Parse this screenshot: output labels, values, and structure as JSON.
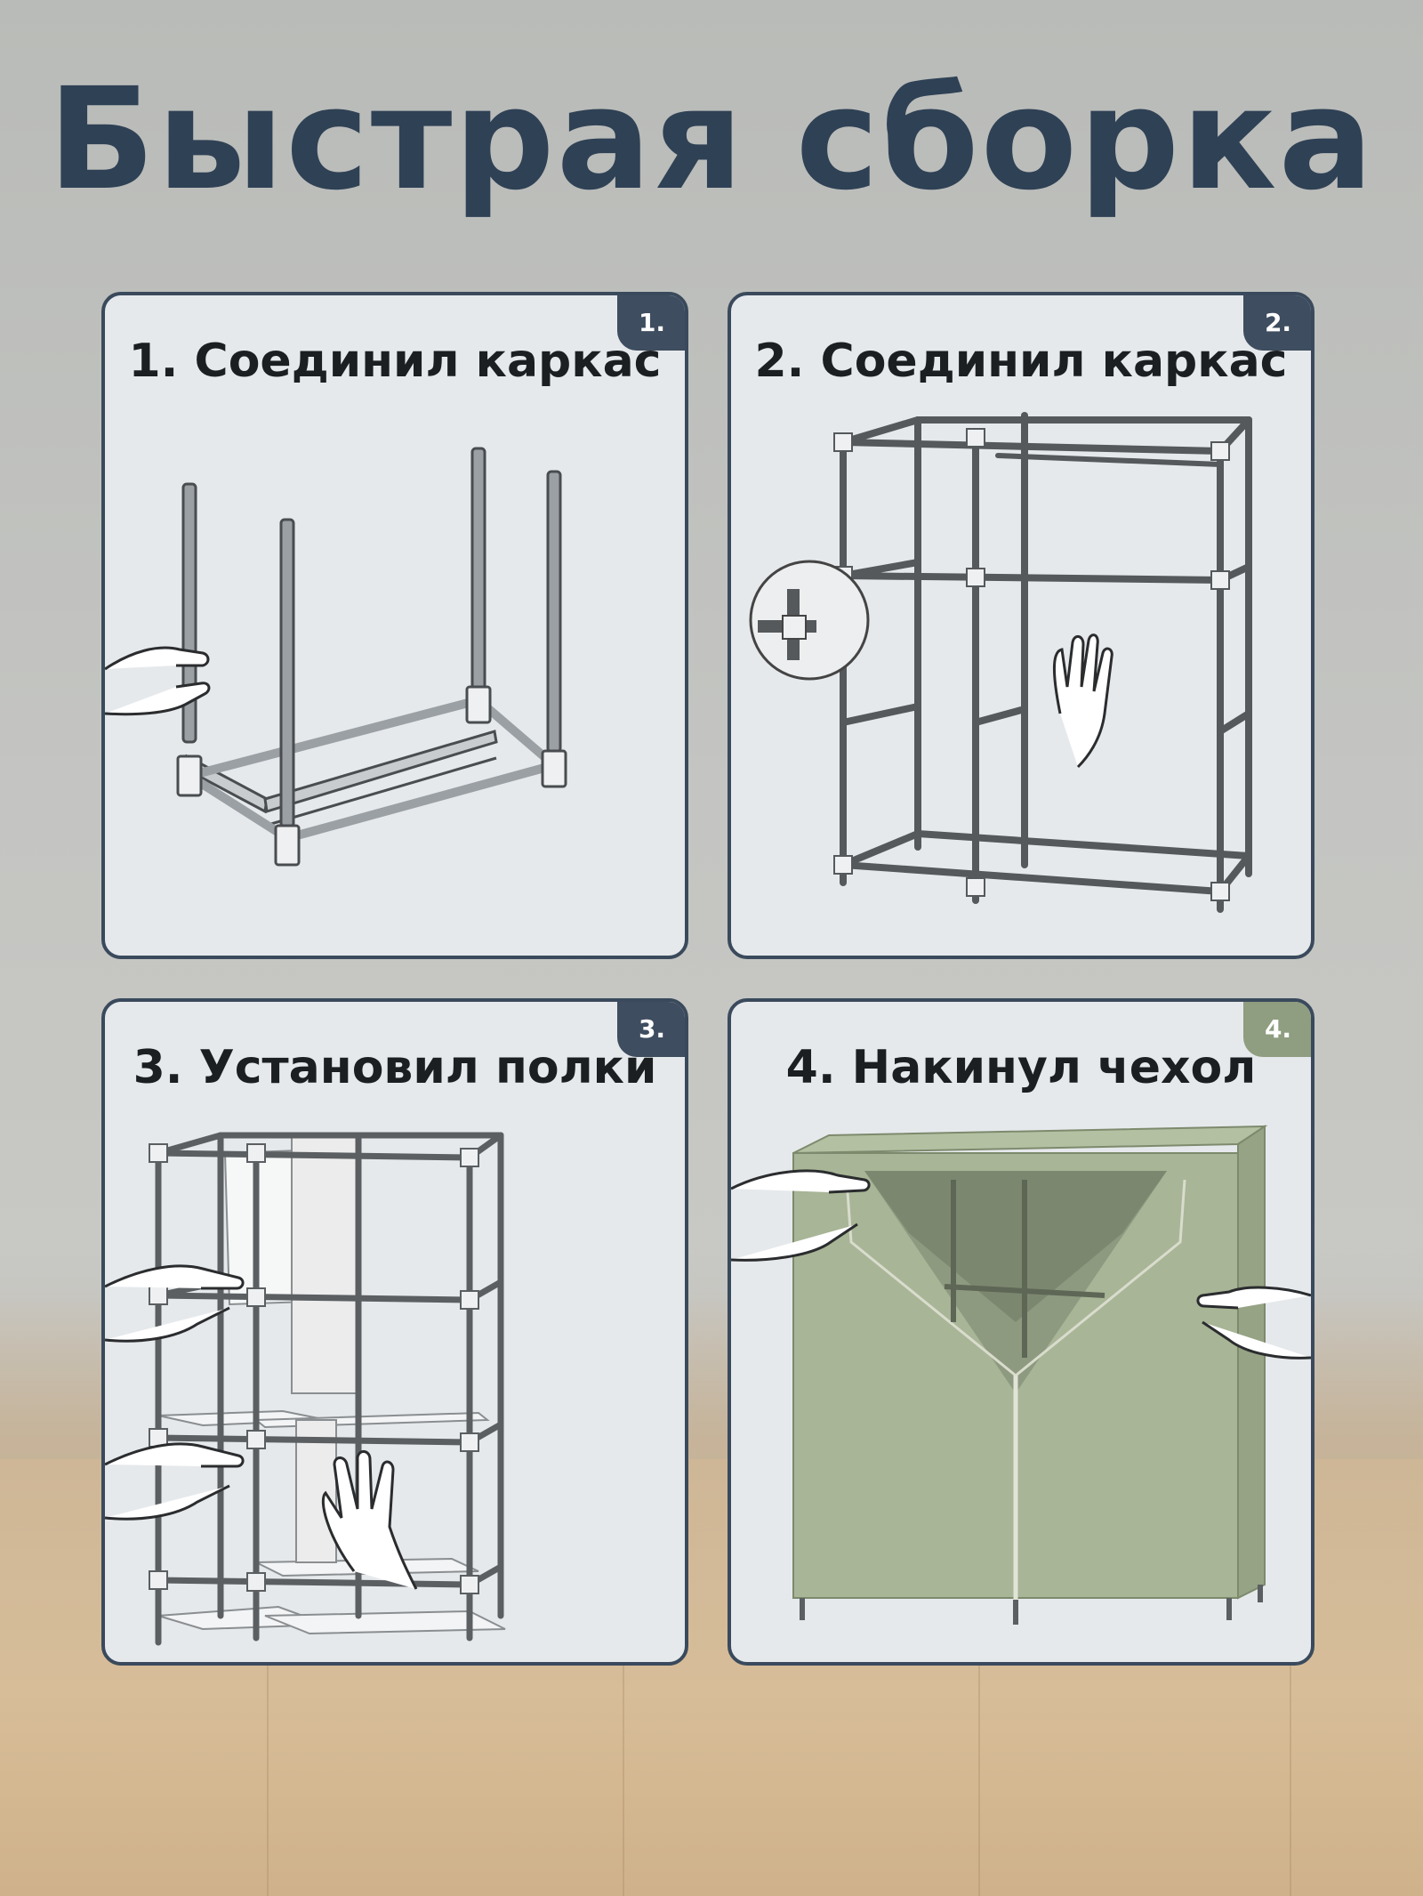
{
  "title": "Быстрая сборка",
  "colors": {
    "title": "#2f4155",
    "card_border": "#3a4a5c",
    "card_bg": "#e6e9ec",
    "badge": "#3e4d5f",
    "badge_green": "#8f9d80",
    "cover_green": "#a8b596"
  },
  "steps": [
    {
      "number": "1.",
      "label": "1. Соединил каркас"
    },
    {
      "number": "2.",
      "label": "2. Соединил каркас"
    },
    {
      "number": "3.",
      "label": "3. Установил полки"
    },
    {
      "number": "4.",
      "label": "4. Накинул чехол"
    }
  ]
}
